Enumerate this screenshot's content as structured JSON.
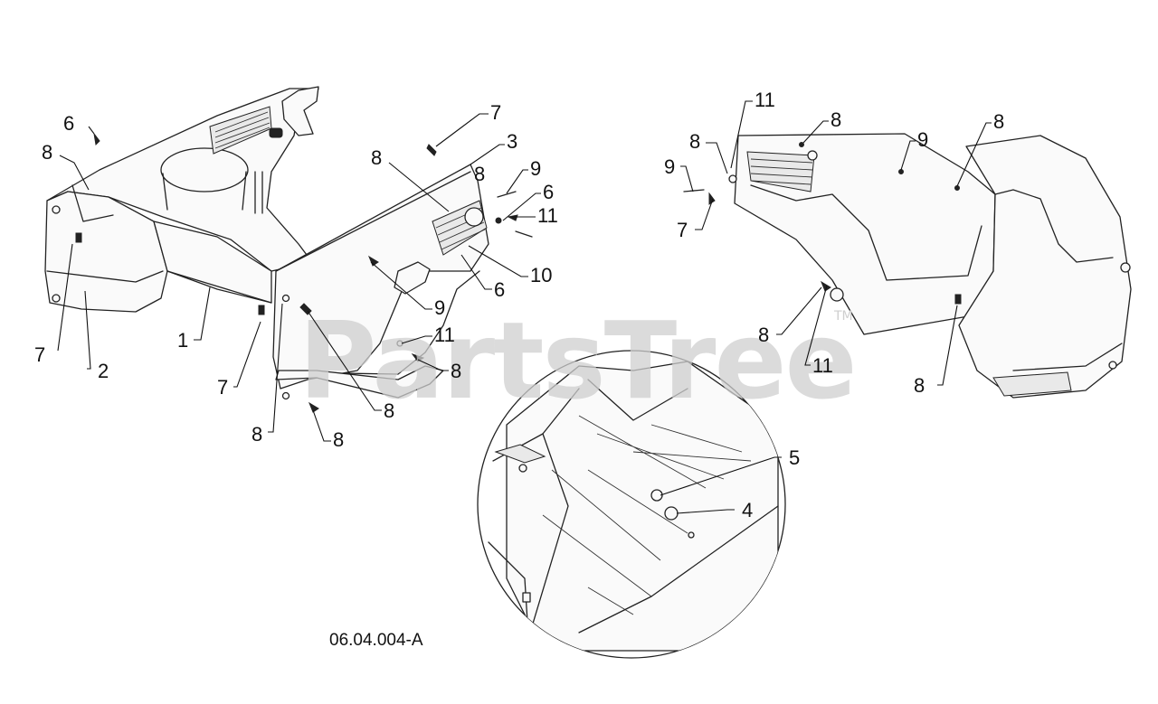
{
  "drawing_code": "06.04.004-A",
  "watermark": {
    "text": "PartsTree",
    "mark": "TM"
  },
  "callouts": {
    "left": [
      "6",
      "8",
      "7",
      "2",
      "1",
      "7",
      "8",
      "7",
      "3",
      "8",
      "9",
      "6",
      "11",
      "10",
      "6",
      "9",
      "11",
      "8",
      "8",
      "8"
    ],
    "right": [
      "11",
      "8",
      "8",
      "9",
      "9",
      "7",
      "8",
      "8",
      "11",
      "8"
    ],
    "detail": [
      "5",
      "4"
    ]
  }
}
